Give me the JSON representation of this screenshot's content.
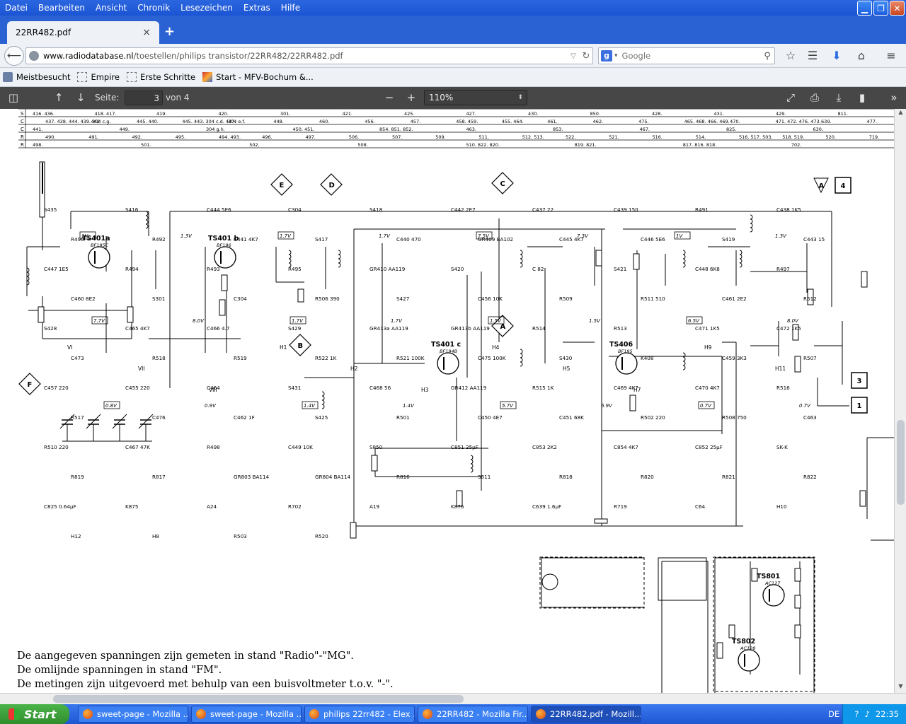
{
  "menu": [
    "Datei",
    "Bearbeiten",
    "Ansicht",
    "Chronik",
    "Lesezeichen",
    "Extras",
    "Hilfe"
  ],
  "tab": {
    "title": "22RR482.pdf",
    "close": "×",
    "new": "+"
  },
  "url": {
    "host": "www.radiodatabase.nl",
    "path": "/toestellen/philips transistor/22RR482/22RR482.pdf"
  },
  "search": {
    "engine": "g",
    "placeholder": "Google"
  },
  "bookmarks": [
    "Meistbesucht",
    "Empire",
    "Erste Schritte",
    "Start - MFV-Bochum &..."
  ],
  "pdf": {
    "page_label": "Seite:",
    "page_value": "3",
    "page_of": "von 4",
    "zoom": "110%"
  },
  "notes": [
    "De aangegeven spanningen zijn gemeten in stand \"Radio\"-\"MG\".",
    "De omlijnde spanningen in stand \"FM\".",
    "De metingen zijn uitgevoerd met behulp van een buisvoltmeter t.o.v. \"-\"."
  ],
  "table_rows": [
    {
      "k": "S",
      "cells": [
        "416. 436.",
        "418. 417.",
        "419.",
        "420.",
        "301.",
        "421.",
        "425.",
        "427.",
        "430.",
        "850.",
        "428.",
        "431.",
        "429.",
        "811."
      ]
    },
    {
      "k": "C",
      "cells": [
        "437. 438. 444. 439. 304 c.g.",
        "442",
        "445. 440.",
        "445. 443. 304 c.d. 447.",
        "304 e.f.",
        "448.",
        "460.",
        "456.",
        "457.",
        "458. 459.",
        "455. 464.",
        "461.",
        "462.",
        "475.",
        "465. 468. 466. 469.",
        "470.",
        "471. 472. 476. 473.",
        "639.",
        "477."
      ]
    },
    {
      "k": "C",
      "cells": [
        "441.",
        "449.",
        "304 g.h.",
        "450. 451.",
        "854. 851. 852.",
        "463.",
        "853.",
        "467.",
        "825.",
        "630."
      ]
    },
    {
      "k": "R",
      "cells": [
        "490.",
        "491.",
        "492.",
        "495.",
        "494. 493.",
        "496.",
        "497.",
        "506.",
        "507.",
        "509.",
        "511.",
        "512. 513.",
        "522.",
        "521.",
        "516.",
        "514.",
        "516. 517. 503.",
        "518. 519.",
        "520.",
        "719."
      ]
    },
    {
      "k": "R",
      "cells": [
        "498.",
        "501.",
        "502.",
        "508.",
        "510. 822. 820.",
        "819. 821.",
        "817. 816. 818.",
        "702."
      ]
    }
  ],
  "schematic": {
    "transistors": [
      "TS401a",
      "TS401 b",
      "TS401 c",
      "TS406",
      "TS801",
      "TS802"
    ],
    "transistor_types": [
      "BF195C",
      "BF196",
      "BF194B",
      "BF195",
      "AC127",
      "AC128"
    ],
    "markers": [
      "E",
      "D",
      "C",
      "A",
      "B",
      "F",
      "A",
      "4",
      "3",
      "1"
    ],
    "labels": [
      "S435",
      "S416",
      "C444 5E6",
      "C304",
      "S418",
      "C442 2E7",
      "C437 22",
      "C439 150",
      "R491",
      "C438 1K5",
      "R490",
      "R492",
      "C441 4K7",
      "S417",
      "C440 470",
      "GR409 BA102",
      "C445 4K7",
      "C446 5E6",
      "S419",
      "C443 15",
      "C447 1E5",
      "R494",
      "R493",
      "R495",
      "GR410 AA119",
      "S420",
      "C 82",
      "S421",
      "C448 6K8",
      "R497",
      "C460 8E2",
      "S301",
      "C304",
      "R506 390",
      "S427",
      "C456 10K",
      "R509",
      "R511 510",
      "C461 2E2",
      "R512",
      "S428",
      "C465 4K7",
      "C466 4.7",
      "S429",
      "GR413a AA119",
      "GR413b AA119",
      "R514",
      "R513",
      "C471 1K5",
      "C472 1K5",
      "C473",
      "R518",
      "R519",
      "R522 1K",
      "R521 100K",
      "C475 100K",
      "S430",
      "K408",
      "C459 3K3",
      "R507",
      "C457 220",
      "C455 220",
      "C464",
      "S431",
      "C468 56",
      "GR412 AA119",
      "R515 1K",
      "C469 4K7",
      "C470 4K7",
      "R516",
      "R517",
      "C476",
      "C462 1F",
      "S425",
      "R501",
      "C450 4E7",
      "C451 68K",
      "R502 220",
      "R508 750",
      "C463",
      "R510 220",
      "C467 47K",
      "R498",
      "C449 10K",
      "S850",
      "C851 25µF",
      "C853 2K2",
      "C854 4K7",
      "C852 25µF",
      "SK-K",
      "R819",
      "R817",
      "GR803 BA114",
      "GR804 BA114",
      "R816",
      "S811",
      "R818",
      "R820",
      "R821",
      "R822",
      "C825 0.64µF",
      "K875",
      "A24",
      "R702",
      "A19",
      "K876",
      "C639 1.6µF",
      "R719",
      "C64",
      "H10",
      "H12",
      "H8",
      "R503",
      "R520"
    ],
    "voltages": [
      "1V",
      "1.3V",
      "1.7V",
      "1.7V",
      "7.5V",
      "7.3V",
      "1V",
      "1.3V",
      "7.7V",
      "8.0V",
      "1.7V",
      "1.7V",
      "1.5V",
      "1.5V",
      "6.5V",
      "8.0V",
      "0.8V",
      "0.9V",
      "1.4V",
      "1.4V",
      "5.7V",
      "6.9V",
      "0.7V",
      "0.7V"
    ],
    "signals": [
      "VI",
      "VII",
      "VIII",
      "H1",
      "H2",
      "H3",
      "H4",
      "H5",
      "H7",
      "H9",
      "H11"
    ]
  },
  "taskbar": {
    "start": "Start",
    "tasks": [
      "sweet-page - Mozilla ...",
      "sweet-page - Mozilla ...",
      "philips 22rr482 - Elex ...",
      "22RR482 - Mozilla Fir...",
      "22RR482.pdf - Mozill..."
    ],
    "lang": "DE",
    "clock": "22:35"
  }
}
